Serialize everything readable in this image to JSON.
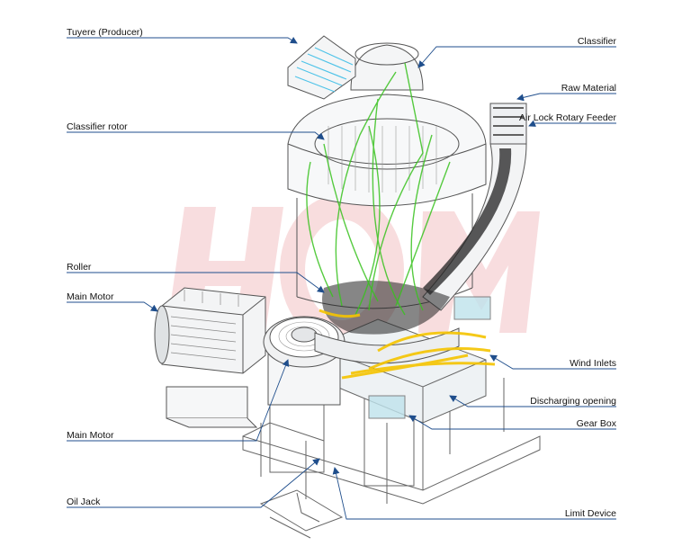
{
  "labels": {
    "tuyere": "Tuyere (Producer)",
    "classifier": "Classifier",
    "raw_material": "Raw Material",
    "air_lock": "Air Lock Rotary Feeder",
    "classifier_rotor": "Classifier rotor",
    "roller": "Roller",
    "main_motor_top": "Main Motor",
    "wind_inlets": "Wind Inlets",
    "discharging_opening": "Discharging opening",
    "gear_box": "Gear Box",
    "main_motor_bottom": "Main Motor",
    "oil_jack": "Oil Jack",
    "limit_device": "Limit Device"
  },
  "colors": {
    "leader_line": "#1f4e8c",
    "machine_line": "#555555",
    "airflow": "#39c21f",
    "hot_air": "#f5c400",
    "material": "#222222",
    "feed_air": "#4fc3e8",
    "watermark": "#f4c9cb"
  }
}
